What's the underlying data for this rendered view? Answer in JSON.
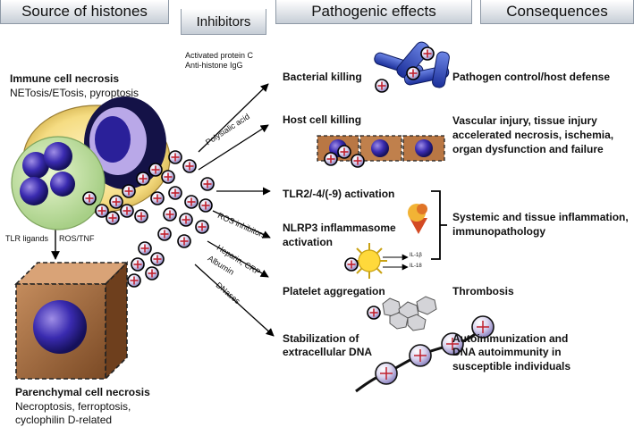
{
  "headers": {
    "source": "Source of histones",
    "inhibitors": "Inhibitors",
    "pathogenic": "Pathogenic effects",
    "consequences": "Consequences"
  },
  "inhibitors": {
    "top_line1": "Activated protein C",
    "top_line2": "Anti-histone IgG",
    "polysialic": "Polysialic acid",
    "ros": "ROS inhibitors",
    "heparin": "Heparin, CRP",
    "albumin": "Albumin",
    "dnases": "DNases"
  },
  "sources": {
    "immune_title": "Immune cell necrosis",
    "immune_sub": "NETosis/ETosis, pyroptosis",
    "tlr": "TLR ligands",
    "ros_tnf": "ROS/TNF",
    "parenchymal_title": "Parenchymal cell necrosis",
    "parenchymal_sub1": "Necroptosis, ferroptosis,",
    "parenchymal_sub2": "cyclophilin D-related"
  },
  "effects": {
    "bacterial": "Bacterial killing",
    "host": "Host cell killing",
    "tlr": "TLR2/-4/(-9) activation",
    "nlrp3_1": "NLRP3 inflammasome",
    "nlrp3_2": "activation",
    "il1b": "IL-1β",
    "il18": "IL-18",
    "platelet": "Platelet aggregation",
    "stab1": "Stabilization of",
    "stab2": "extracellular  DNA"
  },
  "consequences": {
    "pathogen": "Pathogen control/host defense",
    "vascular1": "Vascular injury, tissue injury",
    "vascular2": "accelerated necrosis, ischemia,",
    "vascular3": "organ dysfunction and failure",
    "systemic1": "Systemic and tissue inflammation,",
    "systemic2": "immunopathology",
    "thrombosis": "Thrombosis",
    "auto1": "Autoimmunization and",
    "auto2": "DNA autoimmunity in",
    "auto3": "susceptible  individuals"
  }
}
